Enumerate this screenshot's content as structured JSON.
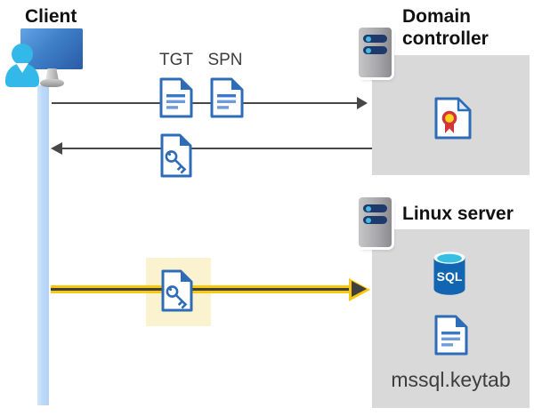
{
  "client": {
    "label": "Client"
  },
  "domain_controller": {
    "label": "Domain controller"
  },
  "linux_server": {
    "label": "Linux server",
    "sql_icon_label": "SQL",
    "keytab_label": "mssql.keytab"
  },
  "flows": {
    "request": {
      "tgt_label": "TGT",
      "spn_label": "SPN"
    },
    "response": {
      "payload": "key-document-icon"
    },
    "sql_connection": {
      "payload": "key-document-icon",
      "highlighted": true
    }
  },
  "icons": {
    "client": "user-monitor-icon",
    "domain_controller": "server-icon",
    "linux_server": "server-icon",
    "ticket": "document-icon",
    "service_key": "key-document-icon",
    "certificate": "certificate-icon",
    "database": "sql-database-icon"
  },
  "colors": {
    "panel_gray": "#d9d9d9",
    "highlight_box": "#fbf3d0",
    "highlight_yellow": "#f7c80e",
    "arrow_dark": "#474747",
    "icon_blue": "#2e6cb8",
    "cyan_accent": "#36bfe1",
    "bar_blue": "#bcd8f8",
    "server_navy": "#1e3a6d",
    "sql_body_blue": "#1266b1",
    "cert_red": "#d23438",
    "cert_gold": "#ffd21e"
  }
}
